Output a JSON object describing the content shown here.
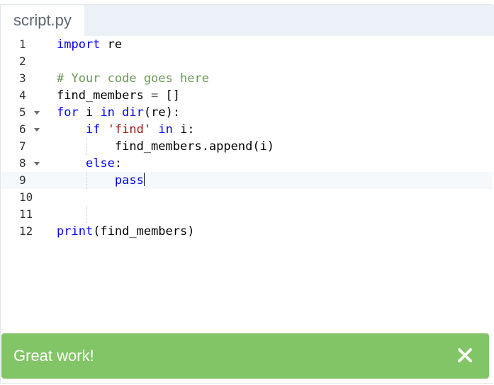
{
  "tabs": [
    {
      "label": "script.py"
    }
  ],
  "editor": {
    "active_line": 9,
    "lines": [
      {
        "num": "1",
        "text": "import re"
      },
      {
        "num": "2",
        "text": ""
      },
      {
        "num": "3",
        "text": "# Your code goes here"
      },
      {
        "num": "4",
        "text": "find_members = []"
      },
      {
        "num": "5",
        "text": "for i in dir(re):"
      },
      {
        "num": "6",
        "text": "    if 'find' in i:"
      },
      {
        "num": "7",
        "text": "        find_members.append(i)"
      },
      {
        "num": "8",
        "text": "    else:"
      },
      {
        "num": "9",
        "text": "        pass"
      },
      {
        "num": "10",
        "text": ""
      },
      {
        "num": "11",
        "text": ""
      },
      {
        "num": "12",
        "text": "print(find_members)"
      }
    ]
  },
  "banner": {
    "message": "Great work!",
    "icon": "close-icon",
    "color": "#82c566"
  }
}
